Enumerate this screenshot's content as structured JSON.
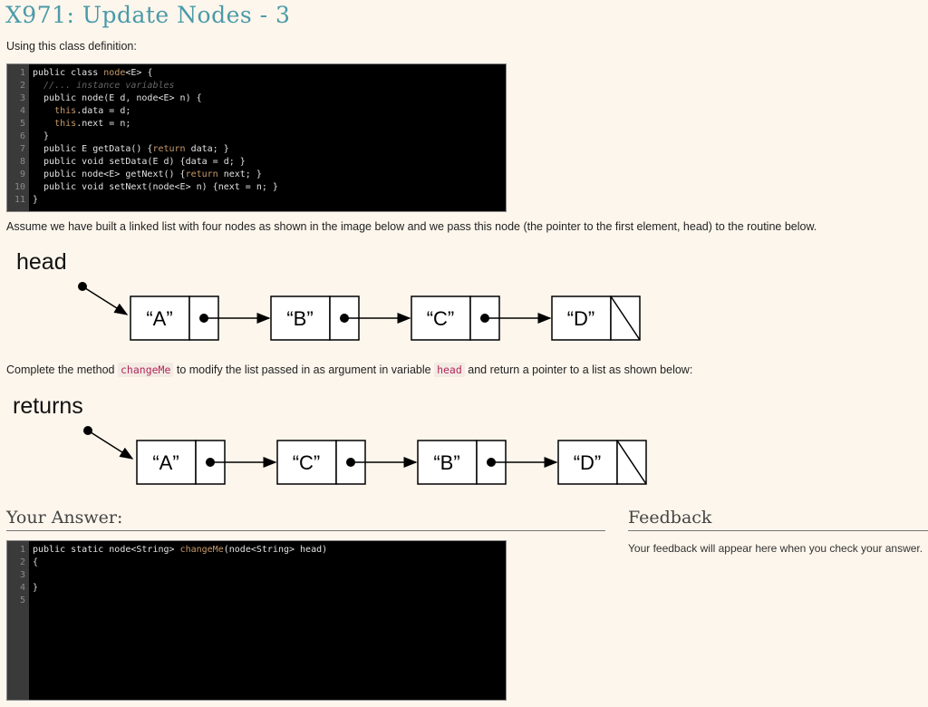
{
  "title": "X971: Update Nodes - 3",
  "intro": "Using this class definition:",
  "class_code": {
    "line_numbers": [
      "1",
      "2",
      "3",
      "4",
      "5",
      "6",
      "7",
      "8",
      "9",
      "10",
      "11"
    ]
  },
  "assume_text": "Assume we have built a linked list with four nodes as shown in the image below and we pass this node (the pointer to the first element, head) to the routine below.",
  "diagram1": {
    "label": "head",
    "nodes": [
      "“A”",
      "“B”",
      "“C”",
      "“D”"
    ]
  },
  "complete": {
    "prefix": "Complete the method",
    "method": "changeMe",
    "middle": "to modify the list passed in as argument in variable",
    "variable": "head",
    "suffix": "and return a pointer to a list as shown below:"
  },
  "diagram2": {
    "label": "returns",
    "nodes": [
      "“A”",
      "“C”",
      "“B”",
      "“D”"
    ]
  },
  "answer": {
    "heading": "Your Answer:",
    "line_numbers": [
      "1",
      "2",
      "3",
      "4",
      "5"
    ],
    "code": [
      "public static node<String> changeMe(node<String> head)",
      "{",
      "",
      "}",
      ""
    ]
  },
  "feedback": {
    "heading": "Feedback",
    "text": "Your feedback will appear here when you check your answer."
  }
}
